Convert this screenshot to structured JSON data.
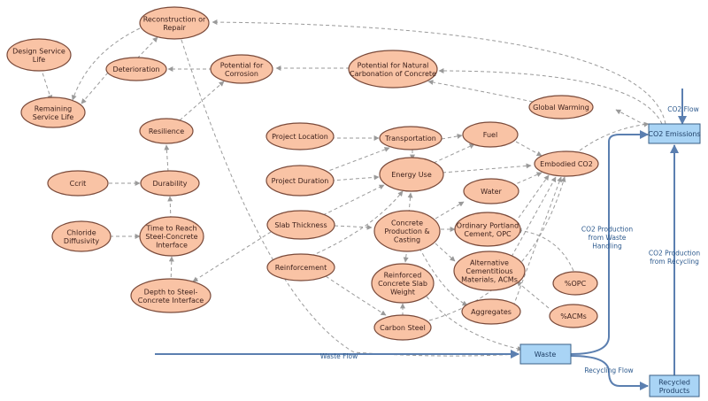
{
  "nodes": {
    "design_service_life": [
      "Design Service",
      "Life"
    ],
    "remaining_service_life": [
      "Remaining",
      "Service Life"
    ],
    "reconstruction": [
      "Reconstruction or",
      "Repair"
    ],
    "deterioration": [
      "Deterioration"
    ],
    "potential_corrosion": [
      "Potential for",
      "Corrosion"
    ],
    "natural_carbonation": [
      "Potential for Natural",
      "Carbonation of Concrete"
    ],
    "global_warming": [
      "Global Warming"
    ],
    "resilience": [
      "Resilience"
    ],
    "ccrit": [
      "Ccrit"
    ],
    "durability": [
      "Durability"
    ],
    "chloride_diffusivity": [
      "Chloride",
      "Diffusivity"
    ],
    "time_to_reach": [
      "Time to Reach",
      "Steel-Concrete",
      "Interface"
    ],
    "depth_to_steel": [
      "Depth to Steel-",
      "Concrete Interface"
    ],
    "project_location": [
      "Project Location"
    ],
    "project_duration": [
      "Project Duration"
    ],
    "transportation": [
      "Transportation"
    ],
    "fuel": [
      "Fuel"
    ],
    "energy_use": [
      "Energy Use"
    ],
    "embodied_co2": [
      "Embodied CO2"
    ],
    "slab_thickness": [
      "Slab Thickness"
    ],
    "reinforcement": [
      "Reinforcement"
    ],
    "concrete_production": [
      "Concrete",
      "Production &",
      "Casting"
    ],
    "water": [
      "Water"
    ],
    "opc": [
      "Ordinary Portland",
      "Cement, OPC"
    ],
    "acms": [
      "Alternative",
      "Cementitious",
      "Materials, ACMs"
    ],
    "slab_weight": [
      "Reinforced",
      "Concrete Slab",
      "Weight"
    ],
    "aggregates": [
      "Aggregates"
    ],
    "carbon_steel": [
      "Carbon Steel"
    ],
    "pct_opc": [
      "%OPC"
    ],
    "pct_acms": [
      "%ACMs"
    ],
    "co2_emissions": [
      "CO2 Emissions"
    ],
    "waste": [
      "Waste"
    ],
    "recycled_products": [
      "Recycled",
      "Products"
    ]
  },
  "flows": {
    "co2_flow": [
      "CO2 Flow"
    ],
    "waste_flow": [
      "Waste Flow"
    ],
    "recycling_flow": [
      "Recycling Flow"
    ],
    "co2_from_waste": [
      "CO2 Production",
      "from Waste",
      "Handling"
    ],
    "co2_from_recycling": [
      "CO2 Production",
      "from Recycling"
    ]
  },
  "colors": {
    "node_fill": "#f9c3a5",
    "node_stroke": "#7a4a3a",
    "box_fill": "#a9d4f5",
    "flow_line": "#5b7fb0",
    "dashed_link": "#9a9a9a"
  }
}
